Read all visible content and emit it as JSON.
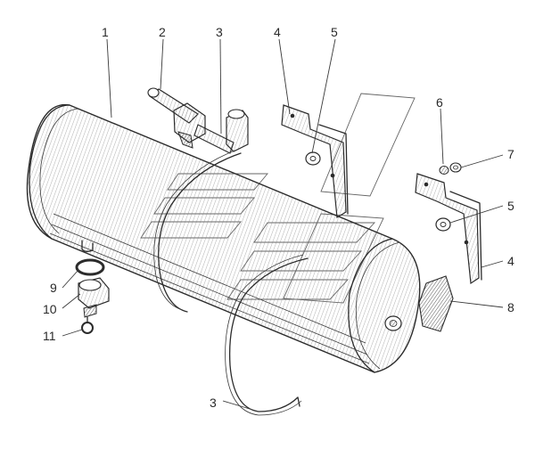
{
  "diagram": {
    "callouts": [
      {
        "id": "c1",
        "text": "1"
      },
      {
        "id": "c2",
        "text": "2"
      },
      {
        "id": "c3a",
        "text": "3"
      },
      {
        "id": "c4a",
        "text": "4"
      },
      {
        "id": "c5a",
        "text": "5"
      },
      {
        "id": "c6",
        "text": "6"
      },
      {
        "id": "c7",
        "text": "7"
      },
      {
        "id": "c5b",
        "text": "5"
      },
      {
        "id": "c4b",
        "text": "4"
      },
      {
        "id": "c8",
        "text": "8"
      },
      {
        "id": "c9",
        "text": "9"
      },
      {
        "id": "c10",
        "text": "10"
      },
      {
        "id": "c11",
        "text": "11"
      },
      {
        "id": "c3b",
        "text": "3"
      }
    ]
  }
}
